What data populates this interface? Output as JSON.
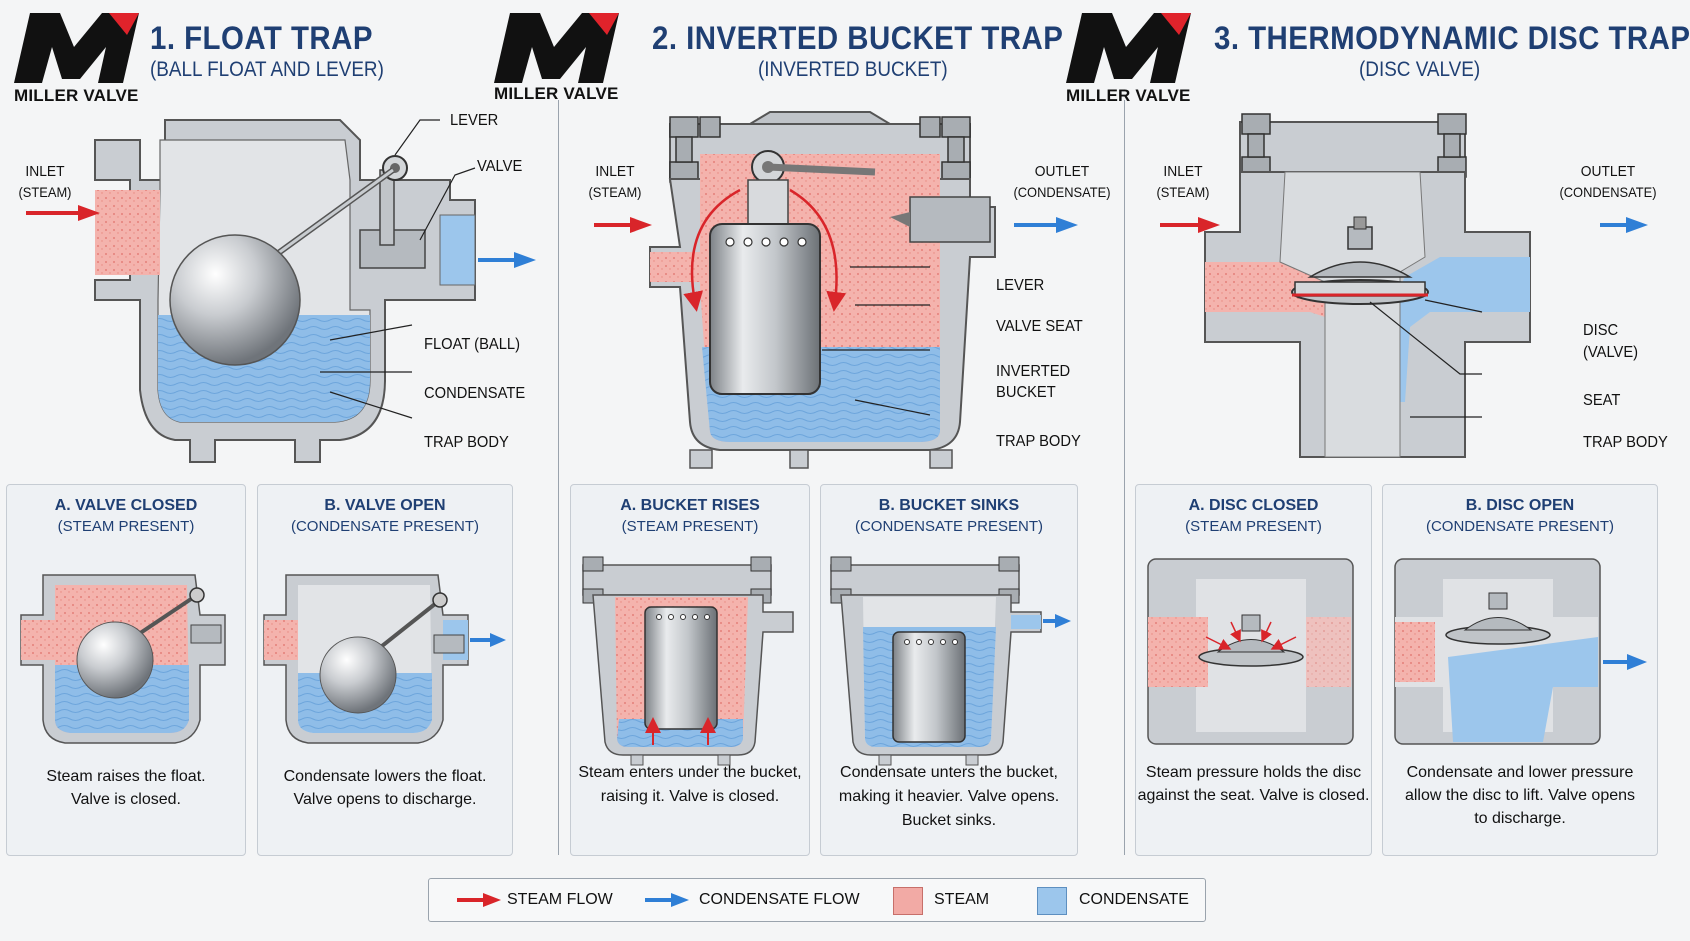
{
  "brand": {
    "name": "MILLER VALVE"
  },
  "colors": {
    "steam": "#f2aaa5",
    "condensate": "#9cc6ec",
    "steam_arrow": "#d9252a",
    "condensate_arrow": "#2f7fd6",
    "title": "#1f3f73",
    "body_gray": "#cfd3d8"
  },
  "traps": [
    {
      "title": "1. FLOAT TRAP",
      "subtitle": "(BALL FLOAT AND LEVER)",
      "labels": {
        "inlet": "INLET",
        "inlet_sub": "(STEAM)",
        "lever": "LEVER",
        "valve": "VALVE",
        "float": "FLOAT (BALL)",
        "condensate": "CONDENSATE",
        "trap_body": "TRAP BODY"
      },
      "panels": [
        {
          "title": "A. VALVE CLOSED",
          "subtitle": "(STEAM PRESENT)",
          "caption_1": "Steam raises the float.",
          "caption_2": "Valve is closed."
        },
        {
          "title": "B. VALVE OPEN",
          "subtitle": "(CONDENSATE PRESENT)",
          "caption_1": "Condensate lowers the float.",
          "caption_2": "Valve opens to discharge."
        }
      ]
    },
    {
      "title": "2. INVERTED BUCKET TRAP",
      "subtitle": "(INVERTED BUCKET)",
      "labels": {
        "inlet": "INLET",
        "inlet_sub": "(STEAM)",
        "outlet": "OUTLET",
        "outlet_sub": "(CONDENSATE)",
        "lever": "LEVER",
        "valve_seat": "VALVE SEAT",
        "bucket_1": "INVERTED",
        "bucket_2": "BUCKET",
        "trap_body": "TRAP BODY"
      },
      "panels": [
        {
          "title": "A. BUCKET RISES",
          "subtitle": "(STEAM PRESENT)",
          "caption_1": "Steam enters under the bucket,",
          "caption_2": "raising it. Valve is closed.",
          "caption_3": ""
        },
        {
          "title": "B. BUCKET SINKS",
          "subtitle": "(CONDENSATE PRESENT)",
          "caption_1": "Condensate unters the bucket,",
          "caption_2": "making it heavier. Valve opens.",
          "caption_3": "Bucket sinks."
        }
      ]
    },
    {
      "title": "3. THERMODYNAMIC DISC TRAP",
      "subtitle": "(DISC VALVE)",
      "labels": {
        "inlet": "INLET",
        "inlet_sub": "(STEAM)",
        "outlet": "OUTLET",
        "outlet_sub": "(CONDENSATE)",
        "disc_1": "DISC",
        "disc_2": "(VALVE)",
        "seat": "SEAT",
        "trap_body": "TRAP BODY"
      },
      "panels": [
        {
          "title": "A. DISC CLOSED",
          "subtitle": "(STEAM PRESENT)",
          "caption_1": "Steam pressure holds the disc",
          "caption_2": "against the seat. Valve is closed.",
          "caption_3": ""
        },
        {
          "title": "B. DISC OPEN",
          "subtitle": "(CONDENSATE PRESENT)",
          "caption_1": "Condensate and lower pressure",
          "caption_2": "allow the disc to lift. Valve opens",
          "caption_3": "to discharge."
        }
      ]
    }
  ],
  "legend": {
    "steam_flow": "STEAM FLOW",
    "condensate_flow": "CONDENSATE FLOW",
    "steam": "STEAM",
    "condensate": "CONDENSATE"
  }
}
